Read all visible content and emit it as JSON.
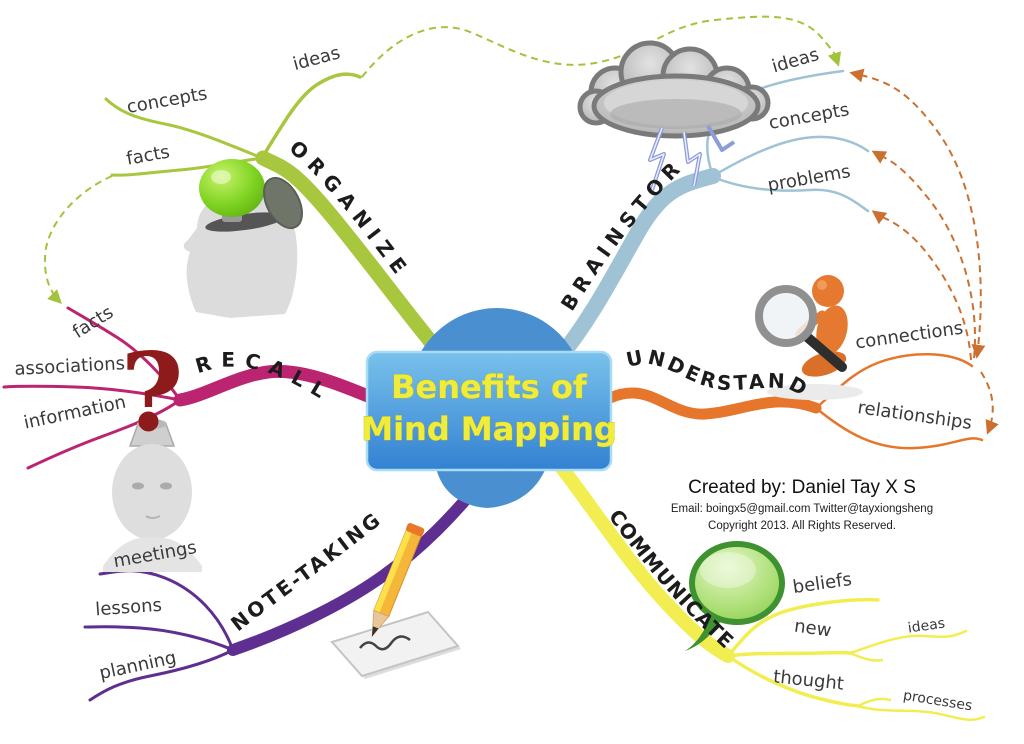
{
  "title": {
    "line1": "Benefits of",
    "line2": "Mind Mapping"
  },
  "attribution": {
    "created_by": "Created by: Daniel Tay X S",
    "contact": "Email: boingx5@gmail.com Twitter@tayxiongsheng",
    "copyright": "Copyright 2013. All Rights Reserved."
  },
  "branches": {
    "organize": {
      "label": "ORGANIZE",
      "color": "#a8c63e",
      "items": [
        "ideas",
        "concepts",
        "facts"
      ]
    },
    "brainstorm": {
      "label": "BRAINSTORM",
      "color": "#9fc3d4",
      "items": [
        "ideas",
        "concepts",
        "problems"
      ]
    },
    "recall": {
      "label": "RECALL",
      "color": "#bb2470",
      "items": [
        "facts",
        "associations",
        "information"
      ]
    },
    "understand": {
      "label": "UNDERSTAND",
      "color": "#e5762c",
      "items": [
        "connections",
        "relationships"
      ]
    },
    "notetaking": {
      "label": "NOTE-TAKING",
      "color": "#5e2f91",
      "items": [
        "meetings",
        "lessons",
        "planning"
      ]
    },
    "communicate": {
      "label": "COMMUNICATE",
      "color": "#f2ee52",
      "items": [
        "beliefs",
        "new",
        "thought"
      ],
      "subitems": [
        "ideas",
        "processes"
      ]
    }
  },
  "center": {
    "head_color": "#4a8fd0",
    "box_fill_top": "#79c2ec",
    "box_fill_bottom": "#3381d2",
    "title_color": "#f0ec3c"
  },
  "connectors": {
    "green_dashed": "#a2c33c",
    "orange_dashed": "#cb7030"
  },
  "icons": {
    "question_mark": "?",
    "organize_image": "lightbulb-head",
    "brainstorm_image": "storm-cloud",
    "recall_image": "question-head",
    "understand_image": "magnifier-figure",
    "notetaking_image": "pencil-notepad",
    "communicate_image": "speech-bubble"
  }
}
